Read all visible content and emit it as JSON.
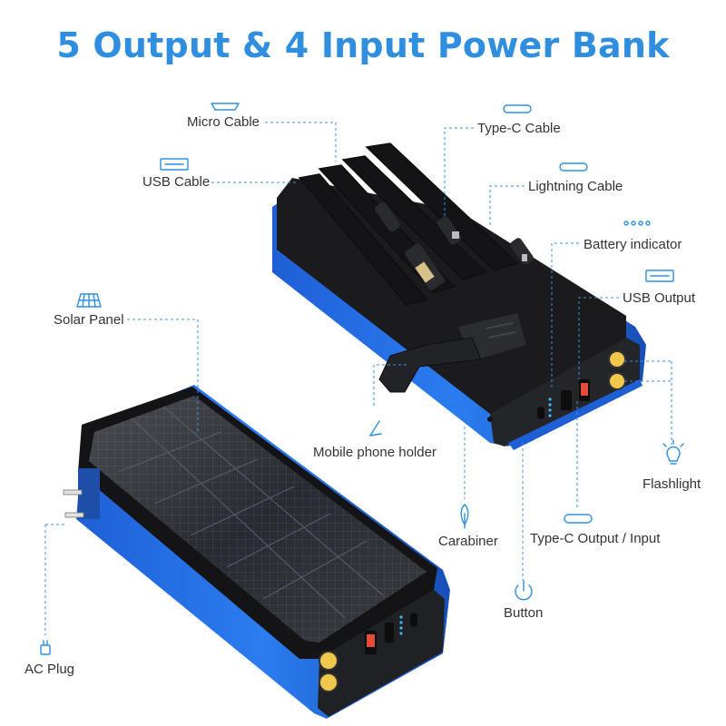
{
  "title": "5 Output & 4 Input Power Bank",
  "labels": {
    "micro_cable": "Micro Cable",
    "usb_cable": "USB Cable",
    "type_c_cable": "Type-C Cable",
    "lightning_cable": "Lightning Cable",
    "battery_indicator": "Battery indicator",
    "usb_output": "USB Output",
    "solar_panel": "Solar Panel",
    "mobile_phone_holder": "Mobile phone holder",
    "flashlight": "Flashlight",
    "carabiner": "Carabiner",
    "type_c_output_input": "Type-C Output / Input",
    "button": "Button",
    "ac_plug": "AC Plug"
  },
  "colors": {
    "accent": "#2f8fde",
    "body_blue": "#1f5fd6",
    "body_black": "#1b1b1d",
    "guide_line": "#3d8fe0"
  },
  "icons": [
    "micro-usb-icon",
    "usb-icon",
    "type-c-icon",
    "lightning-icon",
    "battery-dots-icon",
    "usb-output-icon",
    "solar-panel-icon",
    "phone-holder-icon",
    "flashlight-icon",
    "carabiner-icon",
    "type-c-port-icon",
    "power-icon",
    "plug-icon"
  ]
}
